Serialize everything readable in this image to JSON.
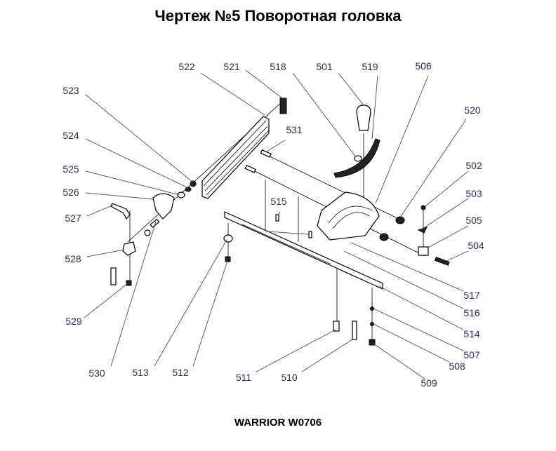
{
  "title": "Чертеж №5 Поворотная головка",
  "footer": "WARRIOR W0706",
  "parts": {
    "p501": "501",
    "p502": "502",
    "p503": "503",
    "p504": "504",
    "p505": "505",
    "p506": "506",
    "p507": "507",
    "p508": "508",
    "p509": "509",
    "p510": "510",
    "p511": "511",
    "p512": "512",
    "p513": "513",
    "p514": "514",
    "p515": "515",
    "p516": "516",
    "p517": "517",
    "p518": "518",
    "p519": "519",
    "p520": "520",
    "p521": "521",
    "p522": "522",
    "p523": "523",
    "p524": "524",
    "p525": "525",
    "p526": "526",
    "p527": "527",
    "p528": "528",
    "p529": "529",
    "p530": "530",
    "p531": "531"
  }
}
